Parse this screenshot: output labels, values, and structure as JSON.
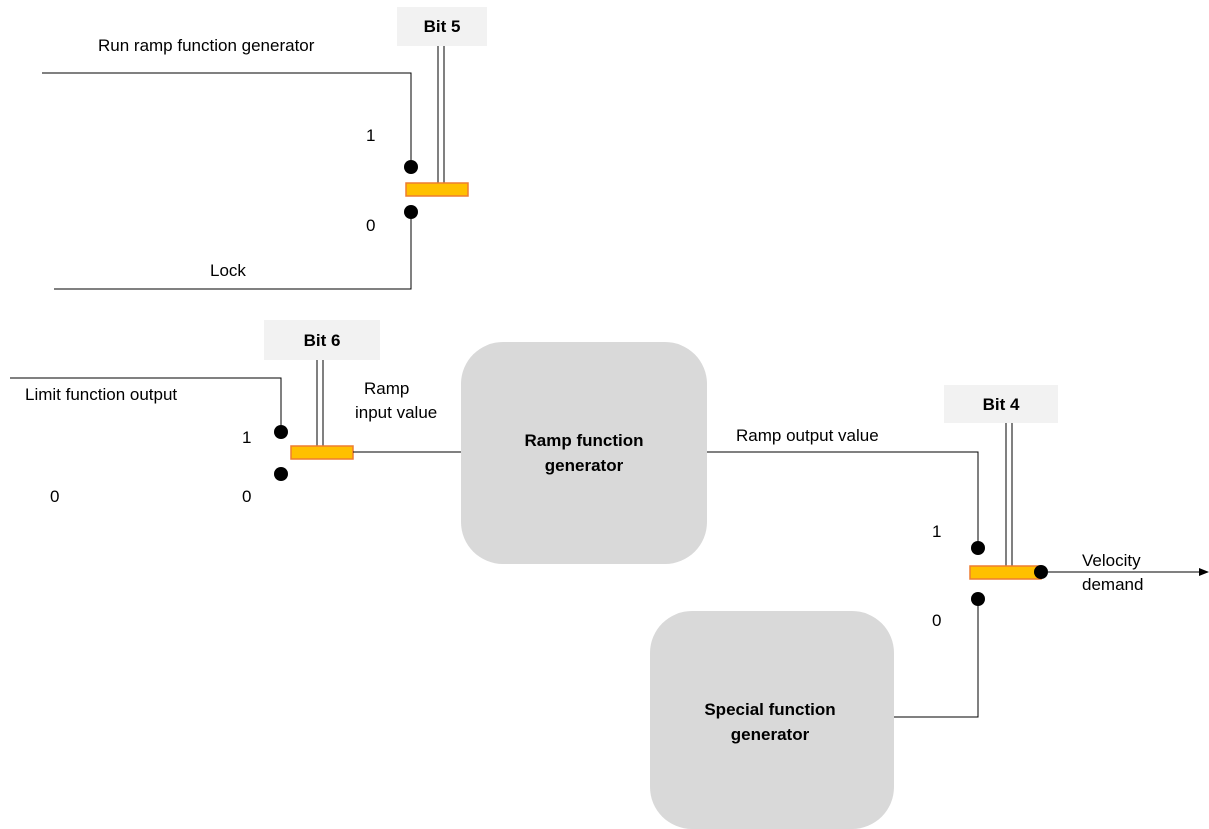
{
  "colors": {
    "switch_fill": "#ffc000",
    "switch_border": "#ed7d31",
    "block_fill": "#d9d9d9",
    "bit_box_fill": "#f2f2f2",
    "line": "#000000"
  },
  "switch_bit5": {
    "bit_label": "Bit 5",
    "input_1_label": "Run ramp function generator",
    "input_0_label": "Lock",
    "pos_1": "1",
    "pos_0": "0"
  },
  "switch_bit6": {
    "bit_label": "Bit 6",
    "input_1_label": "Limit function output",
    "input_0_value": "0",
    "pos_1": "1",
    "pos_0": "0",
    "output_label_line1": "Ramp",
    "output_label_line2": "input value"
  },
  "ramp_block": {
    "line1": "Ramp function",
    "line2": "generator",
    "output_label": "Ramp output value"
  },
  "special_block": {
    "line1": "Special function",
    "line2": "generator"
  },
  "switch_bit4": {
    "bit_label": "Bit 4",
    "pos_1": "1",
    "pos_0": "0",
    "output_label_line1": "Velocity",
    "output_label_line2": "demand"
  }
}
